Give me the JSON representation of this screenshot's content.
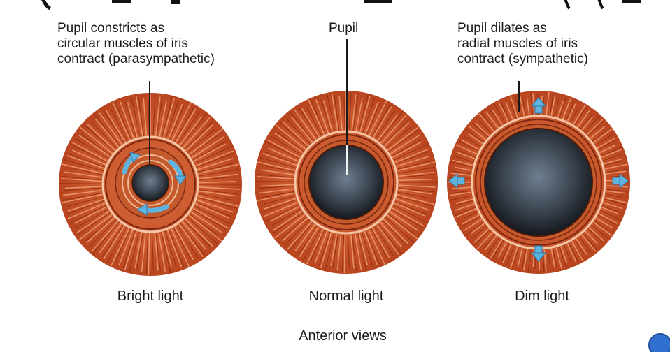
{
  "labels": {
    "left_annotation": "Pupil constricts as\ncircular muscles of iris\ncontract (parasympathetic)",
    "center_annotation": "Pupil",
    "right_annotation": "Pupil dilates as\nradial muscles of iris\ncontract (sympathetic)"
  },
  "captions": {
    "left": "Bright light",
    "center": "Normal light",
    "right": "Dim light",
    "bottom": "Anterior views"
  },
  "colors": {
    "iris_dark": "#b8451f",
    "iris_light": "#e9865a",
    "iris_stroke": "#8a2a10",
    "pupil_center": "#5a6a7c",
    "pupil_edge": "#15181d",
    "arrow_blue": "#5fb3df",
    "arrow_blue_dark": "#2f7fb3",
    "badge_blue": "#2f6fd0"
  }
}
